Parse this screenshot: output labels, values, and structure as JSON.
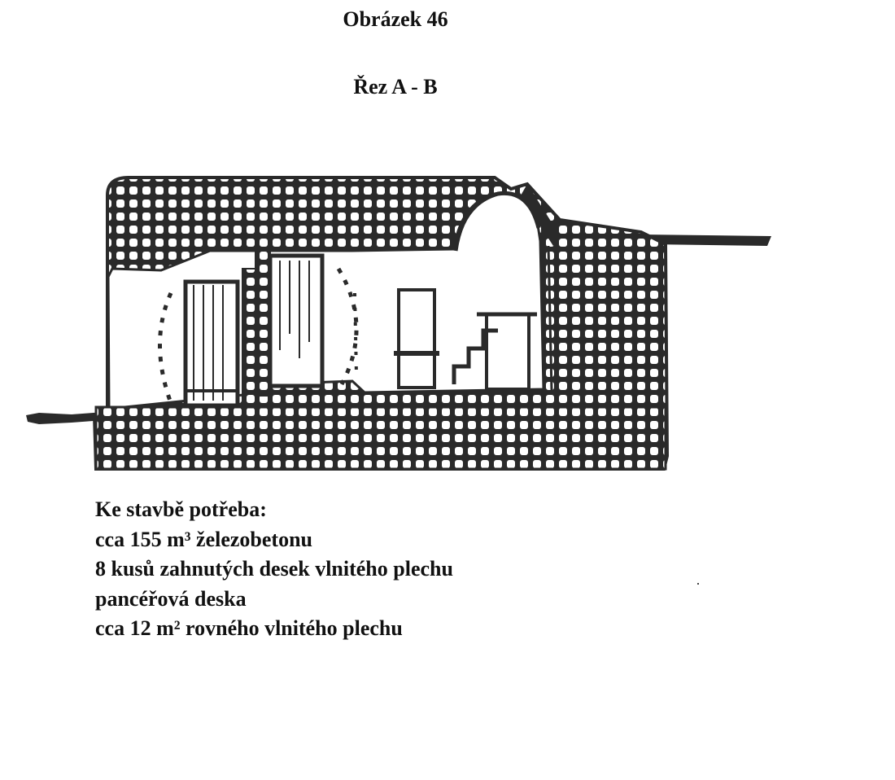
{
  "figure": {
    "title": "Obrázek 46",
    "section": "Řez A - B"
  },
  "requirements": {
    "heading": "Ke stavbě potřeba:",
    "lines": [
      "cca 155 m³ železobetonu",
      "8 kusů zahnutých desek vlnitého plechu",
      "pancéřová deska",
      "cca 12 m² rovného vlnitého plechu"
    ]
  },
  "colors": {
    "ink": "#2a2a2a",
    "paper": "#ffffff"
  }
}
